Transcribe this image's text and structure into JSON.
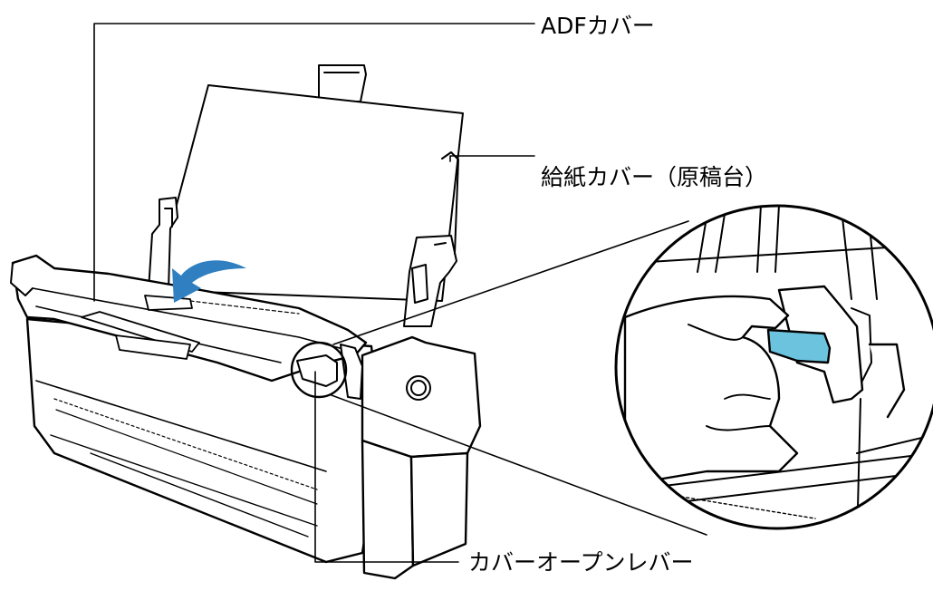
{
  "labels": {
    "adf_cover": "ADFカバー",
    "feed_cover": "給紙カバー（原稿台）",
    "lever": "カバーオープンレバー"
  },
  "colors": {
    "line": "#000000",
    "arrow": "#2f7fc1",
    "lever_highlight": "#6cc3de",
    "body": "#ffffff"
  },
  "icons": {
    "arrow": "curved-arrow-icon",
    "power": "power-button-icon"
  }
}
